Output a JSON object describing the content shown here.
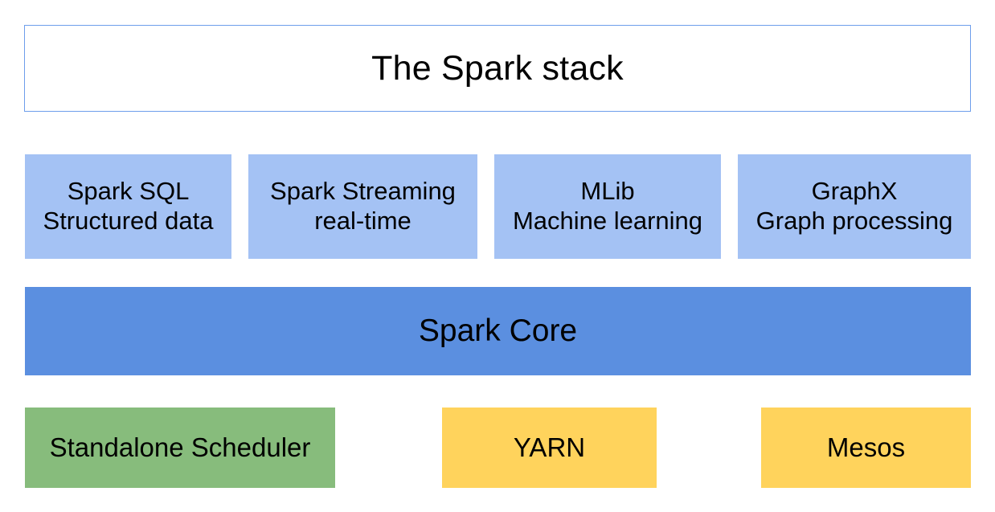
{
  "diagram": {
    "title": "The Spark stack",
    "title_border_color": "#6d9eeb",
    "title_background_color": "#ffffff",
    "components": {
      "fill_color": "#a4c2f4",
      "items": [
        {
          "name": "Spark SQL",
          "description": "Structured data"
        },
        {
          "name": "Spark Streaming",
          "description": "real-time"
        },
        {
          "name": "MLib",
          "description": "Machine learning"
        },
        {
          "name": "GraphX",
          "description": "Graph processing"
        }
      ]
    },
    "core": {
      "label": "Spark Core",
      "fill_color": "#5b8fe0"
    },
    "cluster_managers": {
      "items": [
        {
          "label": "Standalone Scheduler",
          "fill_color": "#87bc7c"
        },
        {
          "label": "YARN",
          "fill_color": "#ffd35c"
        },
        {
          "label": "Mesos",
          "fill_color": "#ffd35c"
        }
      ]
    }
  }
}
